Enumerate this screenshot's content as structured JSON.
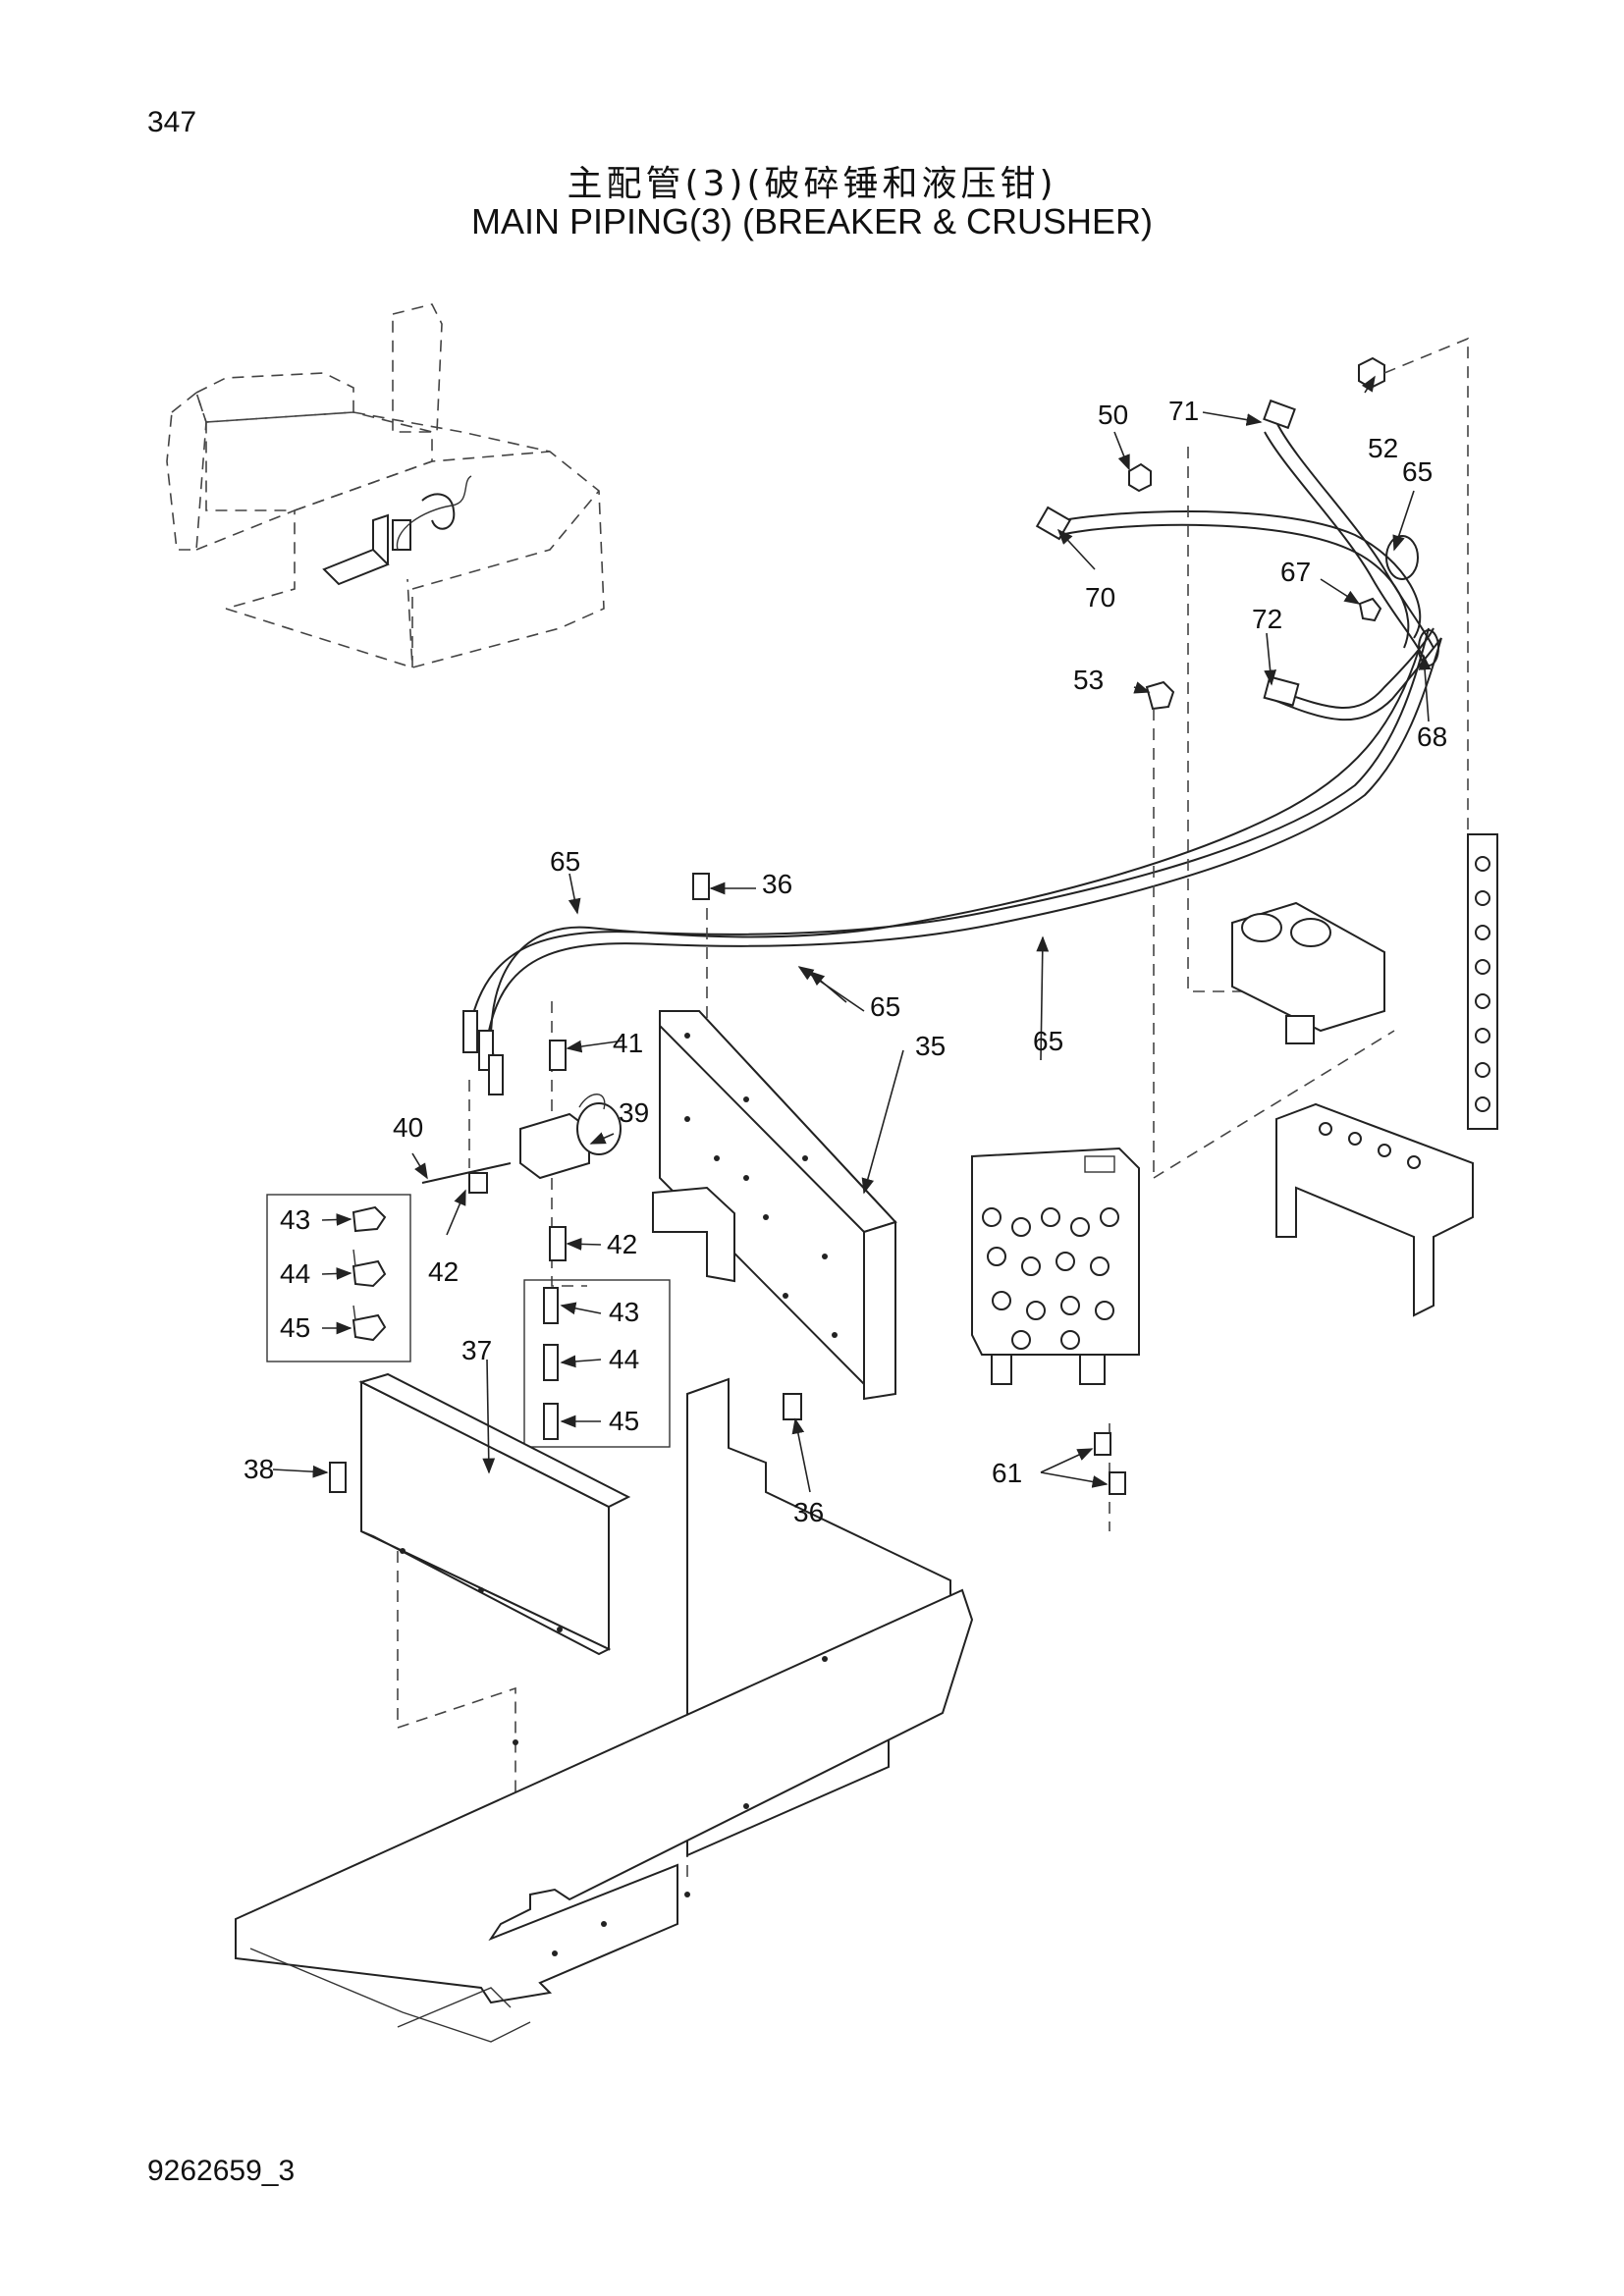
{
  "page": {
    "page_number": "347",
    "title_cn": "主配管(3)(破碎锤和液压钳)",
    "title_en": "MAIN  PIPING(3)  (BREAKER & CRUSHER)",
    "doc_code": "9262659_3"
  },
  "callouts": [
    "50",
    "71",
    "52",
    "65",
    "70",
    "67",
    "72",
    "53",
    "68",
    "65",
    "36",
    "41",
    "65",
    "65",
    "35",
    "40",
    "39",
    "43",
    "44",
    "45",
    "42",
    "42",
    "43",
    "44",
    "45",
    "37",
    "38",
    "36",
    "61"
  ]
}
